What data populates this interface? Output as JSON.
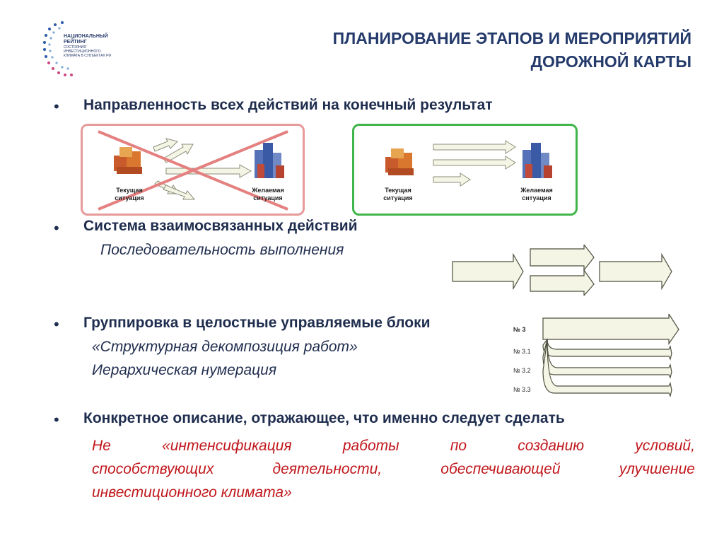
{
  "logo": {
    "line1": "НАЦИОНАЛЬНЫЙ",
    "line2": "РЕЙТИНГ",
    "line3": "СОСТОЯНИЯ",
    "line4": "ИНВЕСТИЦИОННОГО",
    "line5": "КЛИМАТА В СУБЪЕКТАХ РФ"
  },
  "title": {
    "line1": "ПЛАНИРОВАНИЕ ЭТАПОВ И МЕРОПРИЯТИЙ",
    "line2": "ДОРОЖНОЙ КАРТЫ"
  },
  "bullet_glyph": "•",
  "section1": {
    "heading": "Направленность всех действий на конечный результат",
    "bad_box": {
      "left_label": "Текущая ситуация",
      "right_label": "Желаемая ситуация"
    },
    "good_box": {
      "left_label": "Текущая ситуация",
      "right_label": "Желаемая ситуация"
    }
  },
  "section2": {
    "heading": "Система взаимосвязанных действий",
    "sub": "Последовательность выполнения"
  },
  "section3": {
    "heading": "Группировка в целостные управляемые блоки",
    "sub1": "«Структурная декомпозиция работ»",
    "sub2": "Иерархическая нумерация",
    "numbers": [
      "№ 3",
      "№ 3.1",
      "№ 3.2",
      "№ 3.3"
    ]
  },
  "section4": {
    "heading": "Конкретное описание, отражающее, что именно следует сделать",
    "line1_words": [
      "Не",
      "«интенсификация",
      "работы",
      "по",
      "созданию",
      "условий,"
    ],
    "line2_words": [
      "способствующих",
      "деятельности,",
      "обеспечивающей",
      "улучшение"
    ],
    "line3": "инвестиционного климата»"
  },
  "colors": {
    "title": "#243a6b",
    "text": "#1f2d4e",
    "red": "#c0161b",
    "bad_border": "#e79a9a",
    "good_border": "#3fb54a",
    "arrow_fill": "#f4f5e4"
  }
}
